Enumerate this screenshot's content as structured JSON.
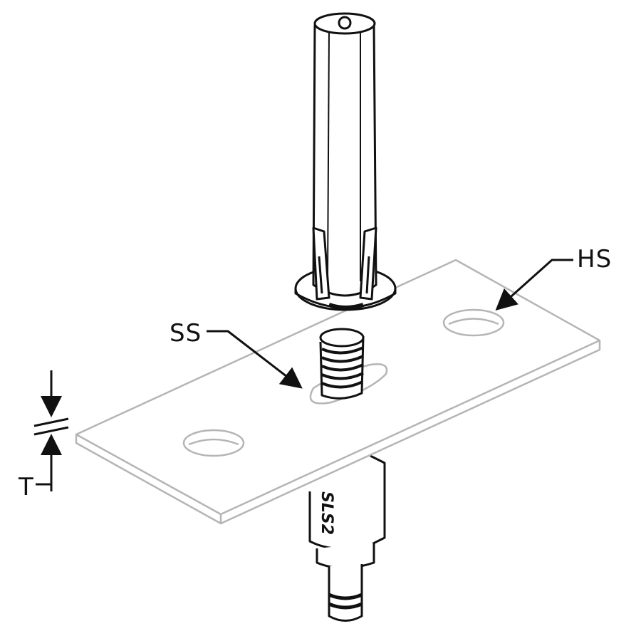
{
  "labels": {
    "hs": "HS",
    "ss": "SS",
    "t": "T"
  },
  "anchor_marking": "SLS2",
  "colors": {
    "line": "#111111",
    "plate": "#b5b5b5"
  }
}
